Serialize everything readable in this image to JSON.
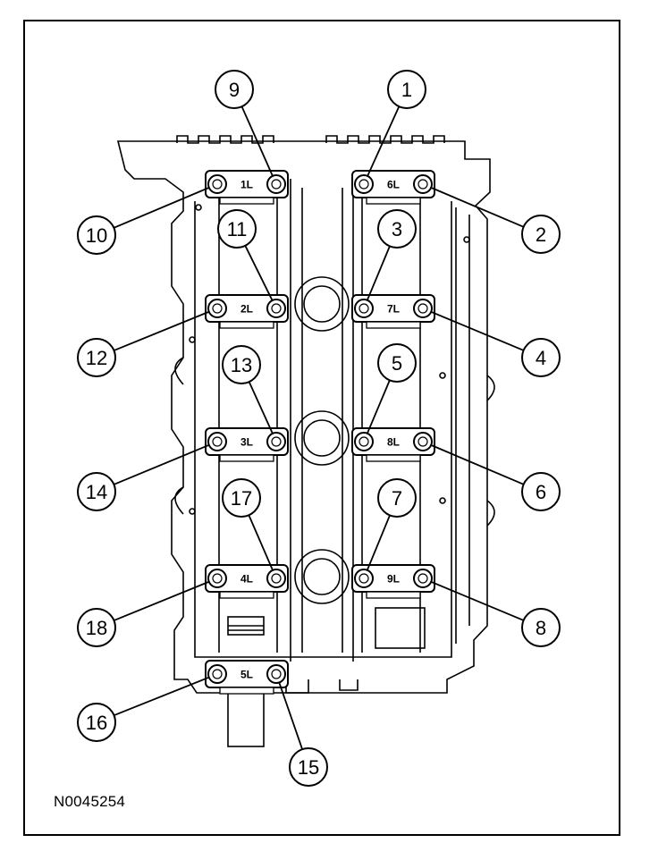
{
  "figure_id": "N0045254",
  "bearing_caps": [
    {
      "label": "1L",
      "column": "left",
      "row": 0
    },
    {
      "label": "2L",
      "column": "left",
      "row": 1
    },
    {
      "label": "3L",
      "column": "left",
      "row": 2
    },
    {
      "label": "4L",
      "column": "left",
      "row": 3
    },
    {
      "label": "5L",
      "column": "left",
      "row": 4
    },
    {
      "label": "6L",
      "column": "right",
      "row": 0
    },
    {
      "label": "7L",
      "column": "right",
      "row": 1
    },
    {
      "label": "8L",
      "column": "right",
      "row": 2
    },
    {
      "label": "9L",
      "column": "right",
      "row": 3
    }
  ],
  "bolt_callouts": [
    "1",
    "2",
    "3",
    "4",
    "5",
    "6",
    "7",
    "8",
    "9",
    "10",
    "11",
    "12",
    "13",
    "14",
    "15",
    "16",
    "17",
    "18"
  ]
}
